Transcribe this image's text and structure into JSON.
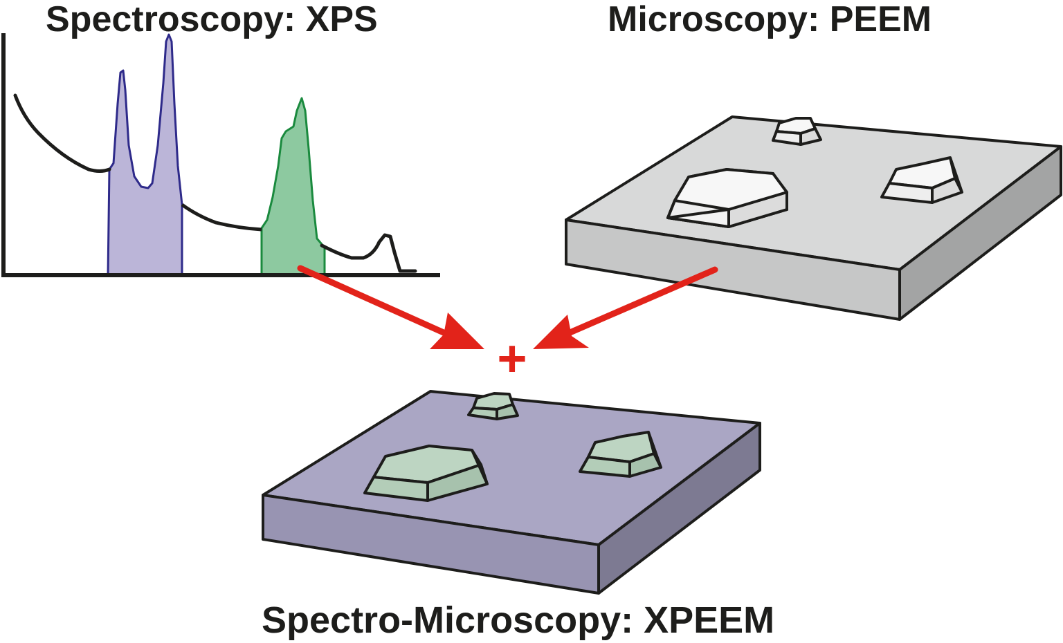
{
  "labels": {
    "spectroscopy": "Spectroscopy: XPS",
    "microscopy": "Microscopy: PEEM",
    "spectro_microscopy": "Spectro-Microscopy: XPEEM",
    "plus": "+"
  },
  "colors": {
    "outline": "#1d1d1b",
    "xps_peak_fill": "#bbb5d8",
    "xps_peak_stroke": "#2e2a8a",
    "green_peak_fill": "#8dc9a0",
    "green_peak_stroke": "#1a8a3e",
    "arrow": "#e2231a",
    "peem_top": "#d8d9d9",
    "peem_front": "#c6c7c7",
    "peem_side": "#a3a4a4",
    "peem_island_top": "#eeeeee",
    "peem_island_side": "#dcdcdc",
    "xpeem_top": "#aaa6c4",
    "xpeem_front": "#9894b2",
    "xpeem_side": "#7d7a92",
    "xpeem_island_top": "#bdd5c2",
    "xpeem_island_side": "#a7c2ad"
  }
}
